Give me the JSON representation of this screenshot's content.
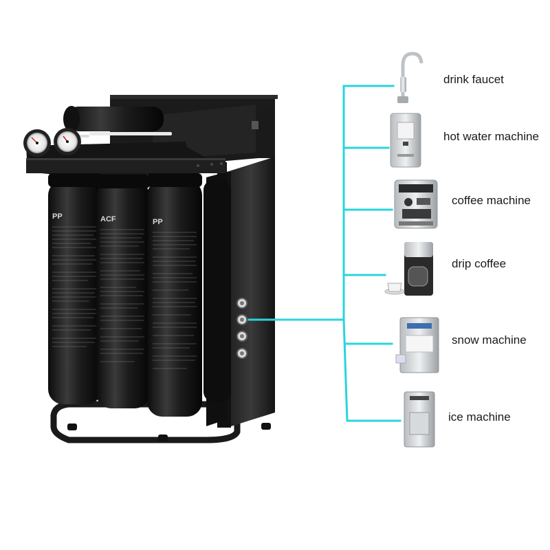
{
  "accent_color": "#2ad4dc",
  "product": {
    "name": "reverse-osmosis-water-filter-system",
    "cartridges": [
      {
        "code": "PP"
      },
      {
        "code": "ACF"
      },
      {
        "code": "PP"
      }
    ],
    "gauges": [
      "pressure-gauge-left",
      "pressure-gauge-right"
    ]
  },
  "applications": [
    {
      "label": "drink faucet",
      "icon": "faucet-icon"
    },
    {
      "label": "hot water machine",
      "icon": "hot-water-machine-icon"
    },
    {
      "label": "coffee machine",
      "icon": "coffee-machine-icon"
    },
    {
      "label": "drip coffee",
      "icon": "drip-coffee-icon"
    },
    {
      "label": "snow machine",
      "icon": "snow-machine-icon"
    },
    {
      "label": "ice machine",
      "icon": "ice-machine-icon"
    }
  ]
}
